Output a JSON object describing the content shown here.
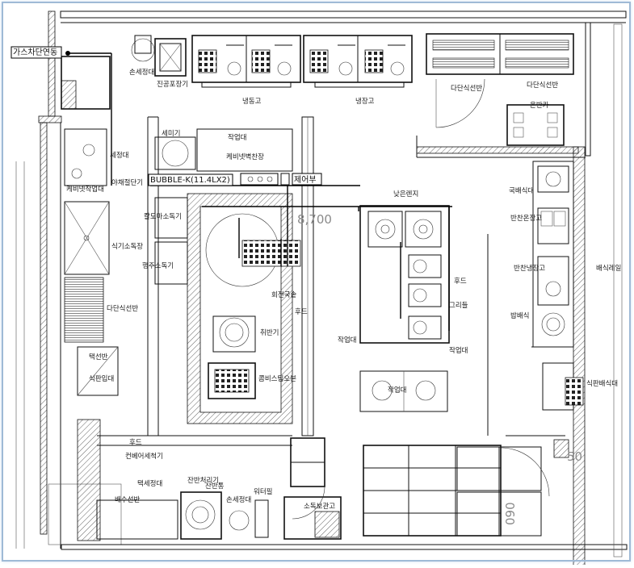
{
  "title_dimension": "8,700",
  "side_dimension_bottom": "090",
  "side_dimension_right": "50",
  "callouts": {
    "gas_shutoff": "가스차단연동",
    "bubble": "BUBBLE-K(11.4LX2)",
    "control": "제어부"
  },
  "labels": {
    "hand_sink_top": "손세정대",
    "vacuum_packer": "진공포장기",
    "freezer": "냉동고",
    "fridge": "냉장고",
    "multi_shelf_top1": "다단식선반",
    "multi_shelf_top2": "다단식선반",
    "rice_cooker_cart": "온반카",
    "dishwasher_small": "세미기",
    "work_table_top": "작업대",
    "cabinet_shelf": "케비넷벽찬장",
    "wash_table_left": "세정대",
    "cabinet_table": "케비넷작업대",
    "veg_cutter": "야채절단기",
    "knife_sterilizer": "칼도마소독기",
    "food_sterilizer": "식기소독장",
    "cutting_sterilizer": "행주소독기",
    "multi_shelf_left": "다단식선반",
    "low_range": "낮은렌지",
    "cauldron": "회전국솥",
    "hood_center": "후드",
    "rice_warmer": "취반기",
    "combi_oven": "콤비스팀오븐",
    "work_table_mid": "작업대",
    "hood_right": "후드",
    "griddle": "그리들",
    "work_table_right": "작업대",
    "griddle_table": "작업대",
    "soup_serving": "국배식대",
    "side_warmer": "반찬온장고",
    "side_cooler": "반찬냉장고",
    "serving_rail": "배식레일",
    "rice_serving": "밥배식",
    "utensil_serving": "식판배식대",
    "tray_table": "식판입대",
    "drain_table": "배수선반",
    "hood_bottom": "후드",
    "conveyor_washer": "컨베어세척기",
    "wash_table_bottom": "택세정대",
    "leftover_processor": "잔반처리기",
    "leftover_bin": "잔반통",
    "hand_sink_bottom": "손세정대",
    "water_heater": "워터필",
    "sterilizer_cabinet": "소독보관고",
    "receiving_table": "택선반"
  }
}
